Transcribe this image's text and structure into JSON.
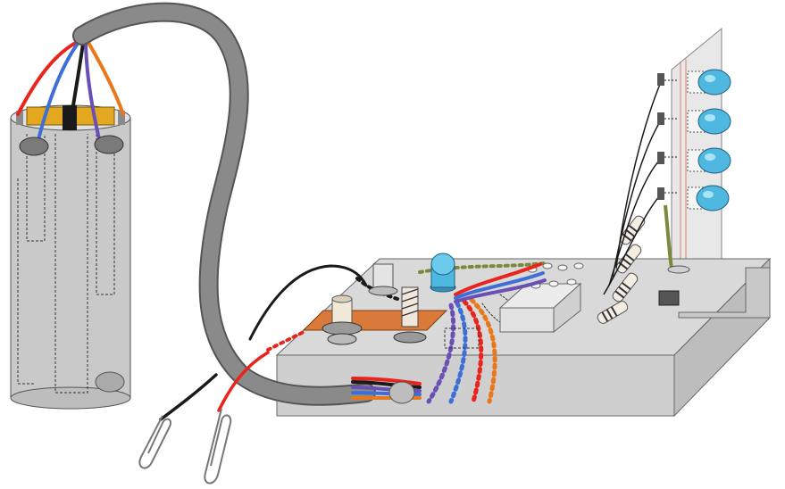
{
  "diagram": {
    "components": [
      "cylinder-probe",
      "gray-cable",
      "base-board",
      "copper-strip",
      "bolt-terminals",
      "blue-led",
      "led-panel",
      "resistors",
      "paper-clips"
    ],
    "led_count": 5,
    "resistor_count": 4
  },
  "colors": {
    "cable": "#8a8a8a",
    "wire_red": "#e8241c",
    "wire_blue": "#3f6fd6",
    "wire_orange": "#e8781c",
    "wire_purple": "#6a4fb5",
    "wire_black": "#1a1a1a",
    "wire_olive": "#7a8a3a",
    "led_blue": "#4fb8e0",
    "copper": "#d9793a",
    "board": "#d6d6d6",
    "panel": "#e6e6e6"
  }
}
